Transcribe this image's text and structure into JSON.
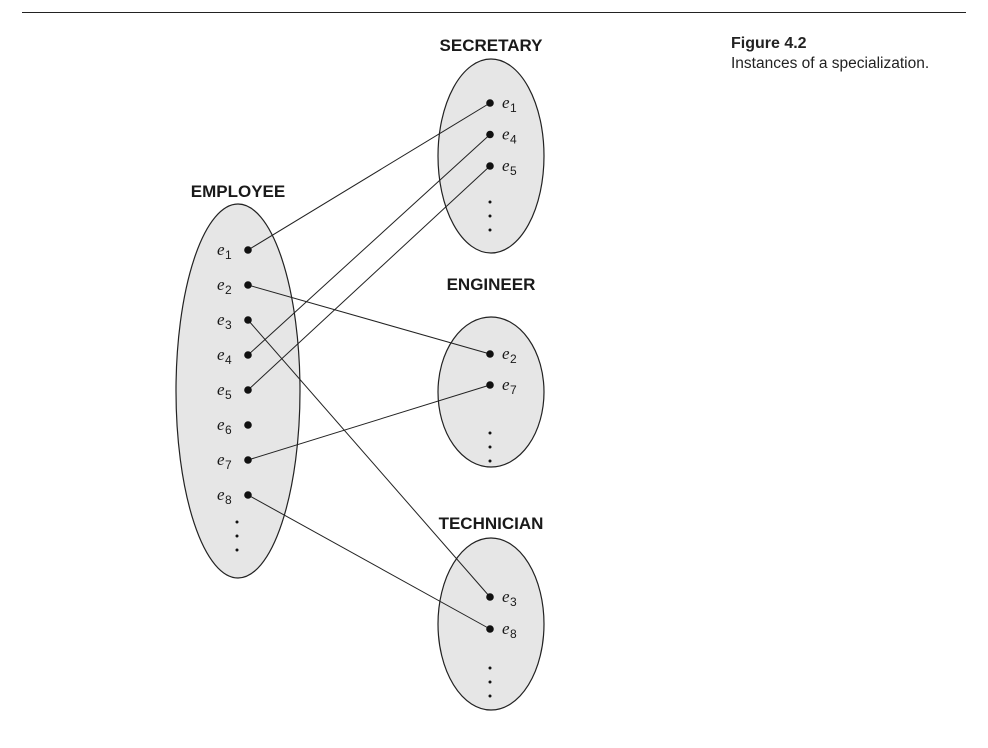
{
  "figure": {
    "label": "Figure 4.2",
    "caption": "Instances of a specialization."
  },
  "colors": {
    "set_fill": "#e6e6e6",
    "line": "#222222"
  },
  "sets": [
    {
      "id": "employee",
      "title": "EMPLOYEE",
      "elements": [
        {
          "id": "e1",
          "letter": "e",
          "sub": "1"
        },
        {
          "id": "e2",
          "letter": "e",
          "sub": "2"
        },
        {
          "id": "e3",
          "letter": "e",
          "sub": "3"
        },
        {
          "id": "e4",
          "letter": "e",
          "sub": "4"
        },
        {
          "id": "e5",
          "letter": "e",
          "sub": "5"
        },
        {
          "id": "e6",
          "letter": "e",
          "sub": "6"
        },
        {
          "id": "e7",
          "letter": "e",
          "sub": "7"
        },
        {
          "id": "e8",
          "letter": "e",
          "sub": "8"
        }
      ]
    },
    {
      "id": "secretary",
      "title": "SECRETARY",
      "elements": [
        {
          "id": "e1",
          "letter": "e",
          "sub": "1"
        },
        {
          "id": "e4",
          "letter": "e",
          "sub": "4"
        },
        {
          "id": "e5",
          "letter": "e",
          "sub": "5"
        }
      ]
    },
    {
      "id": "engineer",
      "title": "ENGINEER",
      "elements": [
        {
          "id": "e2",
          "letter": "e",
          "sub": "2"
        },
        {
          "id": "e7",
          "letter": "e",
          "sub": "7"
        }
      ]
    },
    {
      "id": "technician",
      "title": "TECHNICIAN",
      "elements": [
        {
          "id": "e3",
          "letter": "e",
          "sub": "3"
        },
        {
          "id": "e8",
          "letter": "e",
          "sub": "8"
        }
      ]
    }
  ],
  "links": [
    {
      "from": "e1",
      "to_set": "secretary"
    },
    {
      "from": "e4",
      "to_set": "secretary"
    },
    {
      "from": "e5",
      "to_set": "secretary"
    },
    {
      "from": "e2",
      "to_set": "engineer"
    },
    {
      "from": "e7",
      "to_set": "engineer"
    },
    {
      "from": "e3",
      "to_set": "technician"
    },
    {
      "from": "e8",
      "to_set": "technician"
    }
  ]
}
